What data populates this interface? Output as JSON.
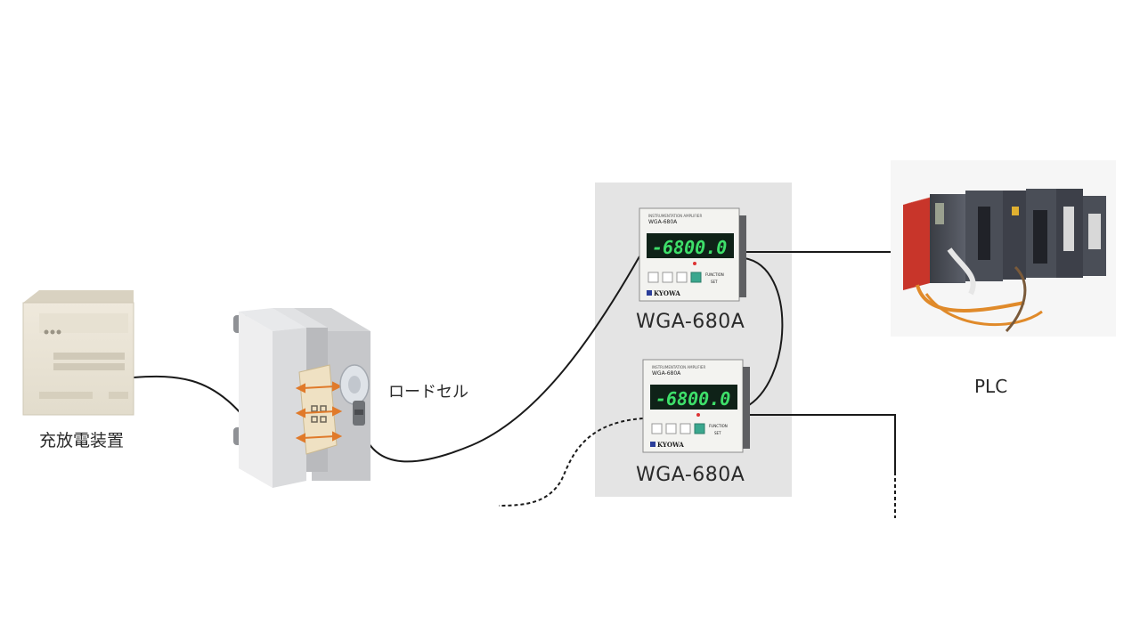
{
  "labels": {
    "charger": "充放電装置",
    "load_cell": "ロードセル",
    "plc": "PLC"
  },
  "instruments": [
    {
      "model": "WGA-680A",
      "panel_model": "WGA-680A",
      "reading": "-6800.0",
      "brand": "KYOWA",
      "function_label": "FUNCTION",
      "set_label": "SET"
    },
    {
      "model": "WGA-680A",
      "panel_model": "WGA-680A",
      "reading": "-6800.0",
      "brand": "KYOWA",
      "function_label": "FUNCTION",
      "set_label": "SET"
    }
  ],
  "colors": {
    "panel_bg": "#e4e4e4",
    "display_bg": "#0f2218",
    "display_digits": "#3ee06a",
    "arrow": "#e07a2a",
    "plc_red": "#c8352a",
    "cable": "#1a1a1a"
  }
}
